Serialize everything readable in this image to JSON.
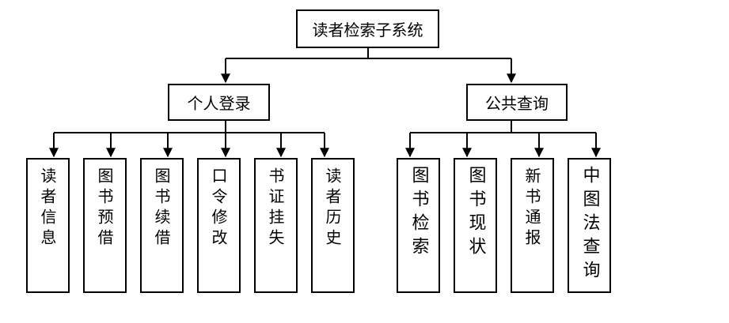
{
  "root": "读者检索子系统",
  "branches": [
    {
      "label": "个人登录",
      "children": [
        "读者信息",
        "图书预借",
        "图书续借",
        "口令修改",
        "书证挂失",
        "读者历史"
      ]
    },
    {
      "label": "公共查询",
      "children": [
        "图书检索",
        "图书现状",
        "新书通报",
        "中图法查询"
      ]
    }
  ]
}
